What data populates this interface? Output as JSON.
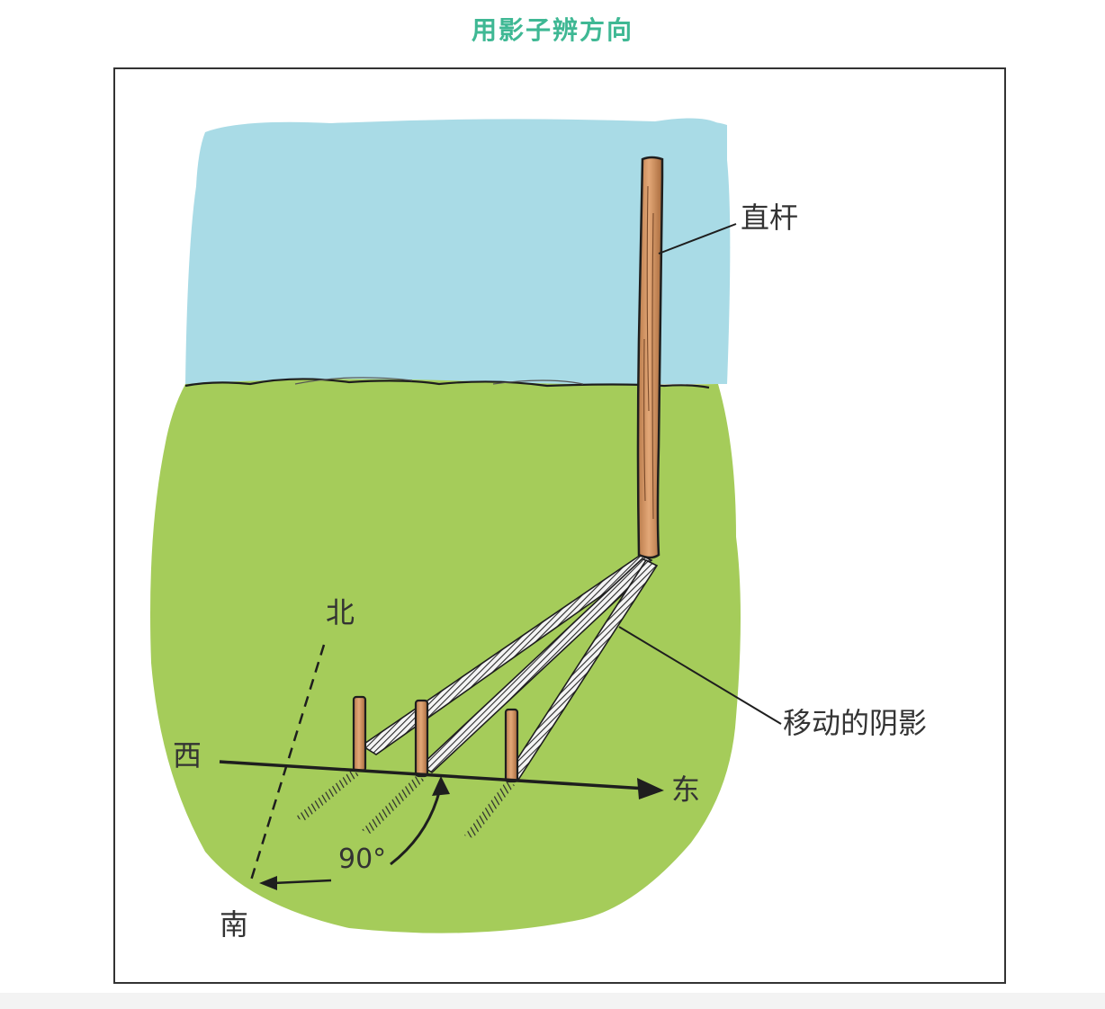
{
  "title": "用影子辨方向",
  "labels": {
    "pole": "直杆",
    "moving_shadow": "移动的阴影",
    "north": "北",
    "south": "南",
    "west": "西",
    "east": "东",
    "angle": "90°"
  },
  "colors": {
    "title": "#3fb894",
    "sky": "#a9dbe6",
    "grass": "#a5cc5a",
    "pole": "#d89a6a",
    "ink": "#1e1e1e"
  }
}
